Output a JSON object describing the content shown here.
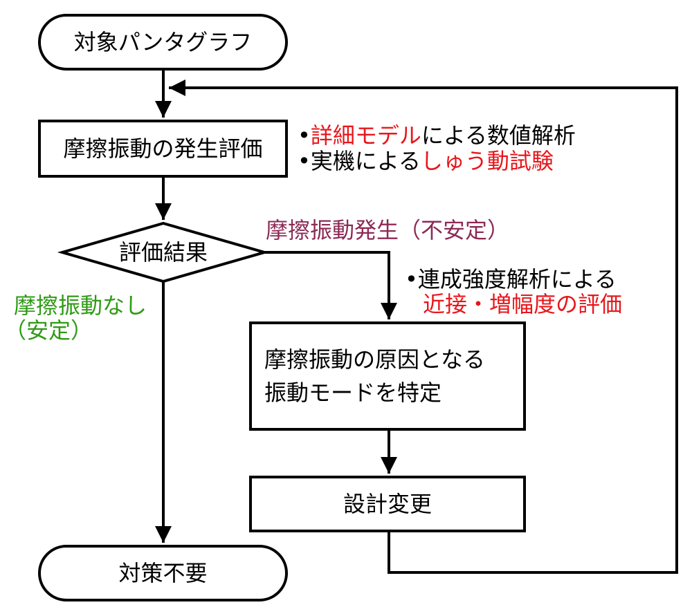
{
  "nodes": {
    "start": "対象パンタグラフ",
    "evaluate": "摩擦振動の発生評価",
    "decision": "評価結果",
    "identify_line1": "摩擦振動の原因となる",
    "identify_line2": "振動モードを特定",
    "design": "設計変更",
    "end": "対策不要"
  },
  "notes": {
    "eval_bullet": "•",
    "eval_line1_red": "詳細モデル",
    "eval_line1_rest": "による数値解析",
    "eval_line2_lead": "実機による",
    "eval_line2_red": "しゅう動試験",
    "analysis_line1": "連成強度解析による",
    "analysis_line2_red": "近接・増幅度の評価"
  },
  "branches": {
    "unstable": "摩擦振動発生（不安定）",
    "stable_line1": "摩擦振動なし",
    "stable_line2": "（安定）"
  },
  "colors": {
    "red": "#e8161b",
    "maroon": "#8c2a55",
    "green": "#2f9a16",
    "line": "#000000"
  }
}
